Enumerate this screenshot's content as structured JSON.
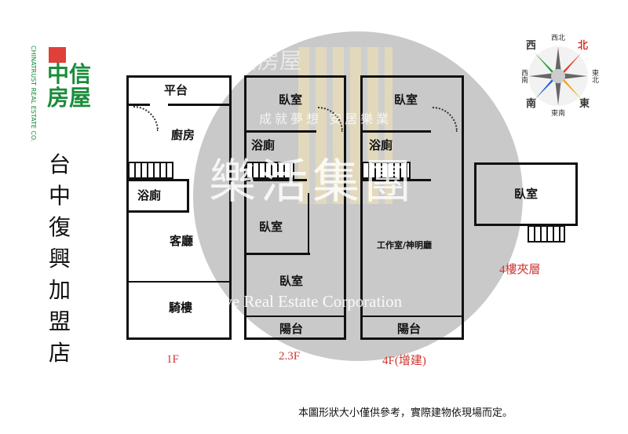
{
  "logo": {
    "name_cn": "中信房屋",
    "name_en": "CHINATRUST REAL ESTATE CO.",
    "brand_color": "#1a8c3a"
  },
  "store_name": "台中復興加盟店",
  "compass": {
    "north": "北",
    "south": "南",
    "east": "東",
    "west": "西",
    "northwest": "西北",
    "northeast": "東北",
    "southeast": "東南",
    "southwest": "西南"
  },
  "watermark": {
    "main": "樂活集團",
    "sub": "信房屋",
    "english": "Love Real Estate Corporation",
    "slogan": "成就夢想 安居樂業"
  },
  "floors": [
    {
      "label": "1F",
      "rooms": [
        "平台",
        "廚房",
        "浴廁",
        "客廳",
        "騎樓"
      ]
    },
    {
      "label": "2.3F",
      "rooms": [
        "臥室",
        "浴廁",
        "臥室",
        "臥室",
        "陽台"
      ]
    },
    {
      "label": "4F(增建)",
      "rooms": [
        "臥室",
        "浴廁",
        "工作室/神明廳",
        "陽台"
      ]
    },
    {
      "label": "4樓夾層",
      "rooms": [
        "臥室"
      ]
    }
  ],
  "note": "本圖形狀大小僅供參考，實際建物依現場而定。",
  "colors": {
    "label_red": "#d0352f"
  }
}
